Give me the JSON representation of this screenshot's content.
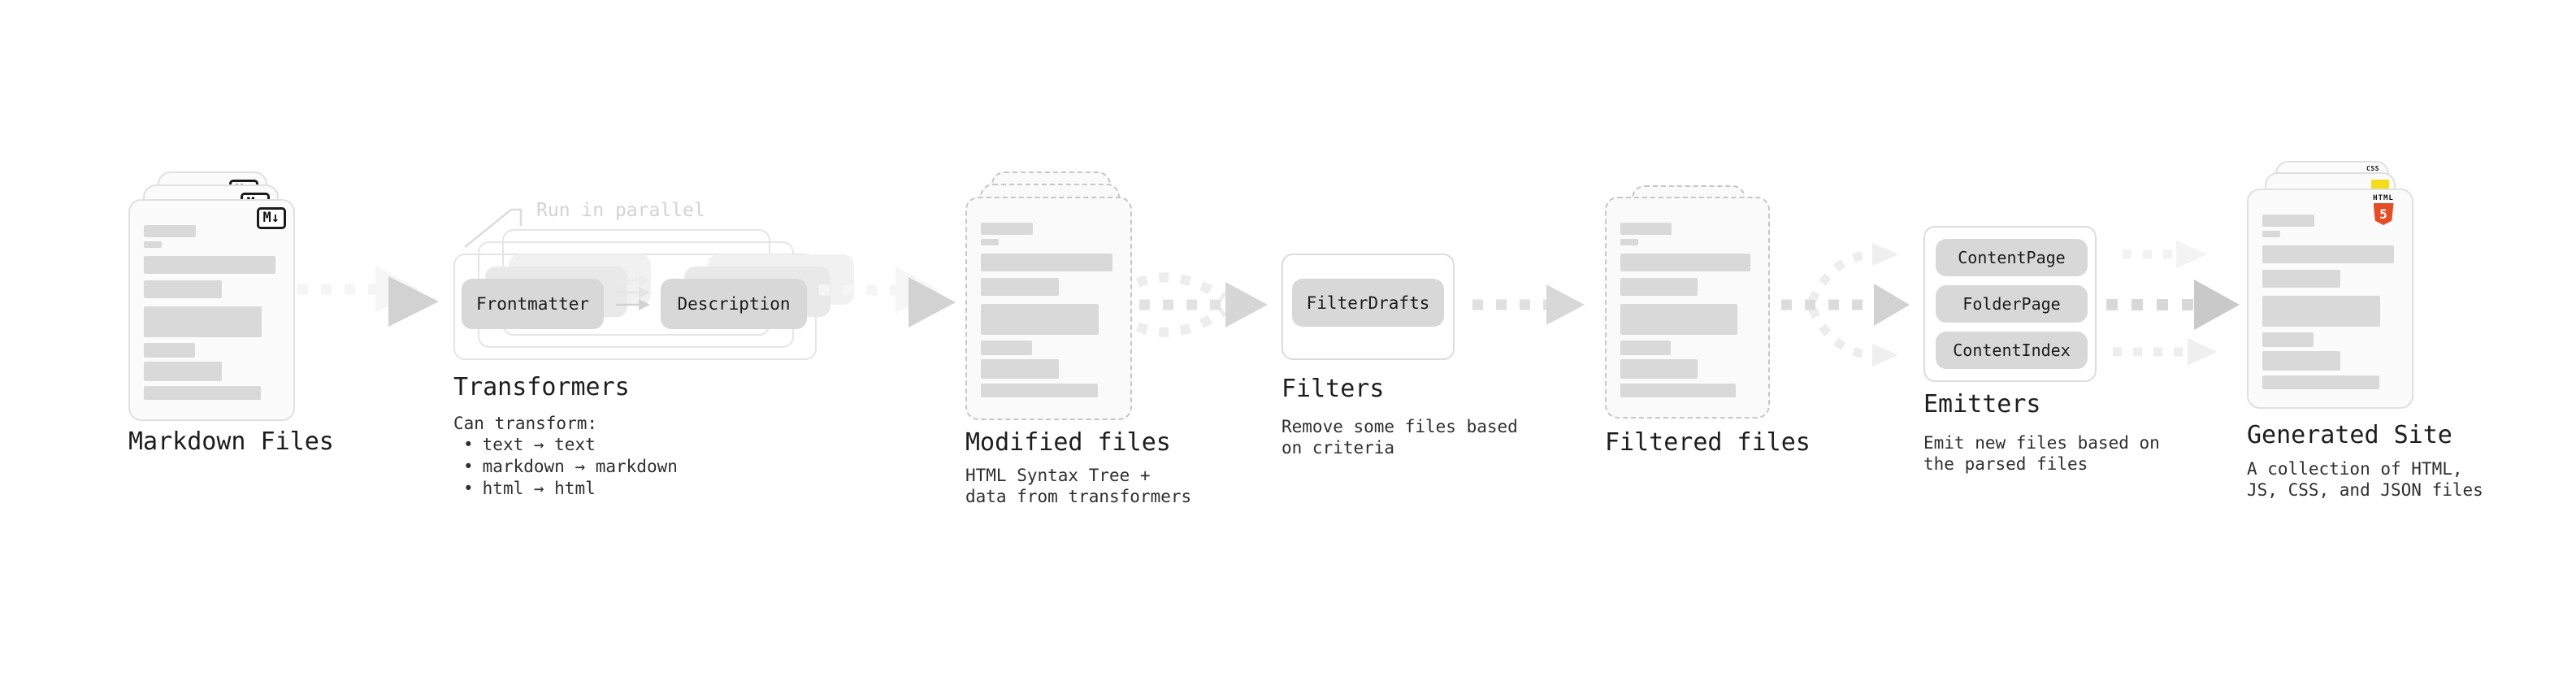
{
  "stages": {
    "markdown_files": {
      "label": "Markdown Files",
      "badge": "M↓"
    },
    "transformers": {
      "label": "Transformers",
      "note": "Run in parallel",
      "buttons": [
        "Frontmatter",
        "Description"
      ],
      "desc_title": "Can transform:",
      "bullet_char": "•",
      "bullets": [
        "text → text",
        "markdown → markdown",
        "html → html"
      ]
    },
    "modified_files": {
      "label": "Modified files",
      "description": "HTML Syntax Tree + data from transformers"
    },
    "filters": {
      "label": "Filters",
      "button": "FilterDrafts",
      "description": "Remove some files based on criteria"
    },
    "filtered_files": {
      "label": "Filtered files"
    },
    "emitters": {
      "label": "Emitters",
      "buttons": [
        "ContentPage",
        "FolderPage",
        "ContentIndex"
      ],
      "description": "Emit new files based on the parsed files"
    },
    "generated_site": {
      "label": "Generated Site",
      "description": "A collection of HTML, JS, CSS, and JSON files",
      "badges": {
        "html_word": "HTML",
        "html_number": "5",
        "css_word": "CSS"
      }
    }
  },
  "skeleton": {
    "rows": [
      {
        "gap": 30,
        "h": 15,
        "w": "38%"
      },
      {
        "gap": 5,
        "h": 8,
        "w": "13%"
      },
      {
        "gap": 10,
        "h": 22,
        "w": "96%"
      },
      {
        "gap": 8,
        "h": 22,
        "w": "57%"
      },
      {
        "gap": 10,
        "h": 38,
        "w": "86%"
      },
      {
        "gap": 7,
        "h": 18,
        "w": "37%"
      },
      {
        "gap": 5,
        "h": 24,
        "w": "57%"
      },
      {
        "gap": 6,
        "h": 17,
        "w": "85%"
      }
    ]
  },
  "colors": {
    "skeleton_bar": "#d9d9d9",
    "node_button": "#d8d8d8",
    "arrow_gray": "#d2d2d2",
    "html5_orange": "#e44d26",
    "js_yellow": "#f5de19",
    "css_blue": "#2c64e8",
    "note_gray": "#d3d3d3"
  }
}
